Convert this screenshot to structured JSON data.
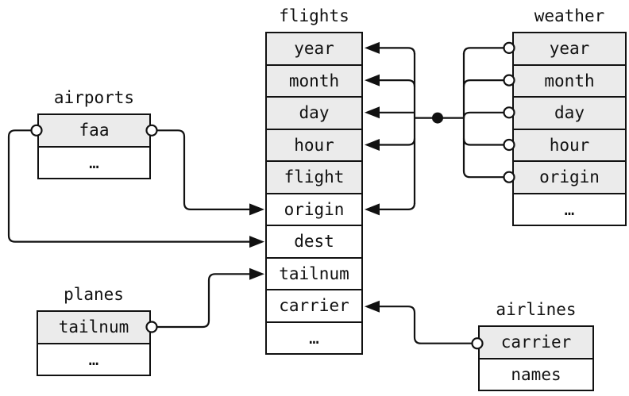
{
  "diagram": {
    "tables": {
      "flights": {
        "title": "flights",
        "fields": [
          {
            "name": "year",
            "key": true
          },
          {
            "name": "month",
            "key": true
          },
          {
            "name": "day",
            "key": true
          },
          {
            "name": "hour",
            "key": true
          },
          {
            "name": "flight",
            "key": true
          },
          {
            "name": "origin",
            "key": false
          },
          {
            "name": "dest",
            "key": false
          },
          {
            "name": "tailnum",
            "key": false
          },
          {
            "name": "carrier",
            "key": false
          },
          {
            "name": "…",
            "key": false
          }
        ]
      },
      "weather": {
        "title": "weather",
        "fields": [
          {
            "name": "year",
            "key": true
          },
          {
            "name": "month",
            "key": true
          },
          {
            "name": "day",
            "key": true
          },
          {
            "name": "hour",
            "key": true
          },
          {
            "name": "origin",
            "key": true
          },
          {
            "name": "…",
            "key": false
          }
        ]
      },
      "airports": {
        "title": "airports",
        "fields": [
          {
            "name": "faa",
            "key": true
          },
          {
            "name": "…",
            "key": false
          }
        ]
      },
      "planes": {
        "title": "planes",
        "fields": [
          {
            "name": "tailnum",
            "key": true
          },
          {
            "name": "…",
            "key": false
          }
        ]
      },
      "airlines": {
        "title": "airlines",
        "fields": [
          {
            "name": "carrier",
            "key": true
          },
          {
            "name": "names",
            "key": false
          }
        ]
      }
    },
    "relationships": [
      {
        "from": "weather.year",
        "to": "flights.year"
      },
      {
        "from": "weather.month",
        "to": "flights.month"
      },
      {
        "from": "weather.day",
        "to": "flights.day"
      },
      {
        "from": "weather.hour",
        "to": "flights.hour"
      },
      {
        "from": "weather.origin",
        "to": "flights.origin"
      },
      {
        "from": "airports.faa",
        "to": "flights.origin"
      },
      {
        "from": "airports.faa",
        "to": "flights.dest"
      },
      {
        "from": "planes.tailnum",
        "to": "flights.tailnum"
      },
      {
        "from": "airlines.carrier",
        "to": "flights.carrier"
      }
    ],
    "colors": {
      "key_row_fill": "#ebebeb",
      "row_fill": "#ffffff",
      "line": "#111111"
    }
  }
}
